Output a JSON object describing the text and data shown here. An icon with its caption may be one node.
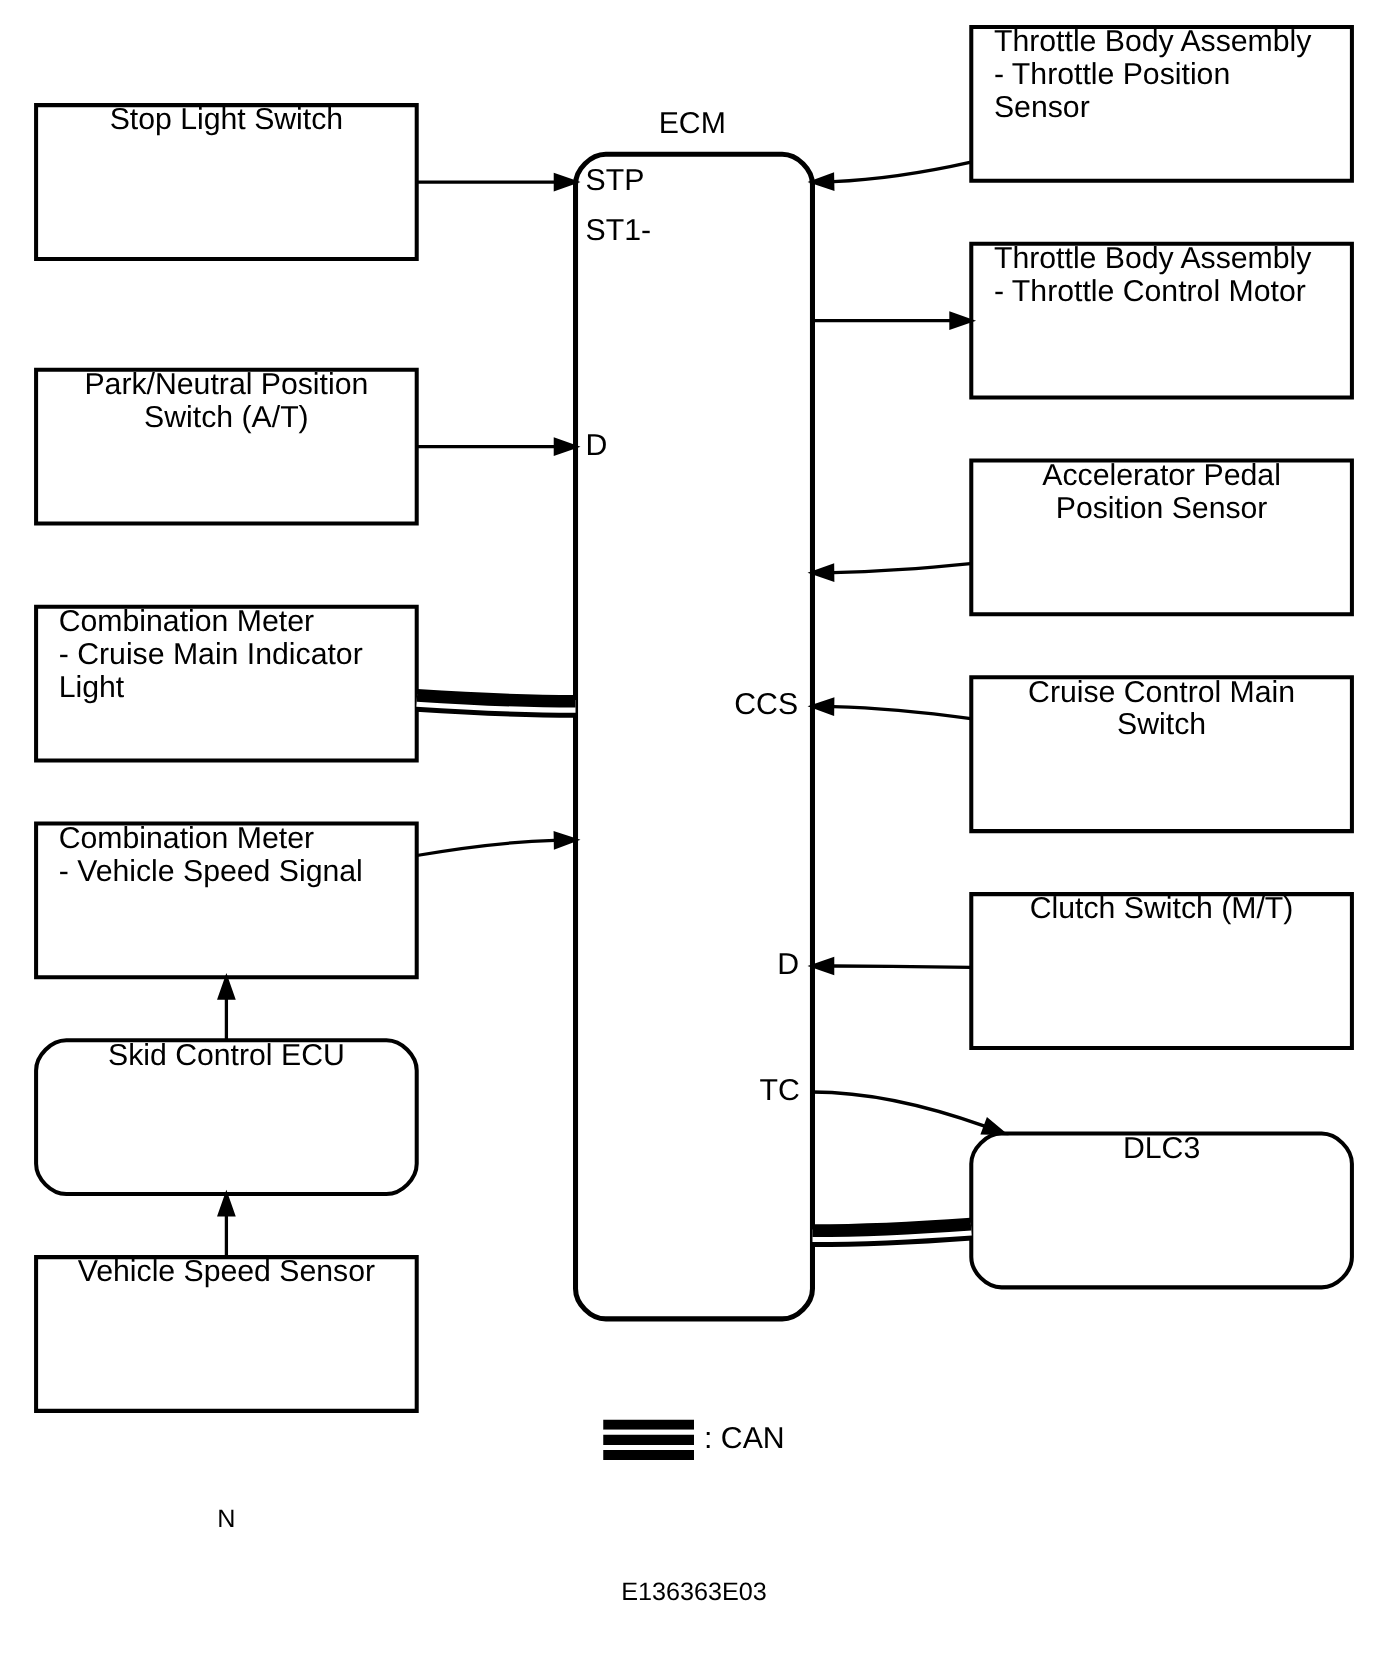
{
  "diagram": {
    "nodes": [
      {
        "text": [
          "ECM",
          "STP",
          "ST1-",
          "D",
          "CCS",
          "D",
          "TC"
        ]
      },
      {
        "text": [
          "Stop Light Switch"
        ]
      },
      {
        "text": [
          "Park/Neutral Position Switch (A/T)"
        ]
      },
      {
        "text": [
          "Combination Meter",
          "- Cruise Main Indicator Light"
        ]
      },
      {
        "text": [
          "Combination Meter",
          "- Vehicle Speed Signal"
        ]
      },
      {
        "text": [
          "Skid Control ECU"
        ]
      },
      {
        "text": [
          "Vehicle Speed Sensor"
        ]
      },
      {
        "text": [
          "Throttle Body Assembly",
          "- Throttle Position Sensor"
        ]
      },
      {
        "text": [
          "Throttle Body Assembly",
          "- Throttle Control Motor"
        ]
      },
      {
        "text": [
          "Accelerator Pedal Position Sensor"
        ]
      },
      {
        "text": [
          "Cruise Control Main Switch"
        ]
      },
      {
        "text": [
          "Clutch Switch (M/T)"
        ]
      },
      {
        "text": [
          "DLC3"
        ]
      }
    ],
    "edges": [
      {
        "from": 1,
        "to": 0,
        "arrow": "to"
      },
      {
        "from": 2,
        "to": 0,
        "arrow": "to"
      },
      {
        "from": 3,
        "to": 0,
        "arrow": "none",
        "style": "thick"
      },
      {
        "from": 4,
        "to": 0,
        "arrow": "to"
      },
      {
        "from": 5,
        "to": 4,
        "arrow": "to"
      },
      {
        "from": 6,
        "to": 5,
        "arrow": "to"
      },
      {
        "from": 7,
        "to": 0,
        "arrow": "to"
      },
      {
        "from": 0,
        "to": 8,
        "arrow": "to"
      },
      {
        "from": 9,
        "to": 0,
        "arrow": "to"
      },
      {
        "from": 10,
        "to": 0,
        "arrow": "to"
      },
      {
        "from": 11,
        "to": 0,
        "arrow": "to"
      },
      {
        "from": 0,
        "to": 12,
        "arrow": "to"
      },
      {
        "from": 0,
        "to": 12,
        "arrow": "none",
        "style": "thick"
      }
    ],
    "labels": [
      "N",
      "E136363E03"
    ],
    "legend": [
      {
        "text": ": CAN"
      }
    ]
  }
}
